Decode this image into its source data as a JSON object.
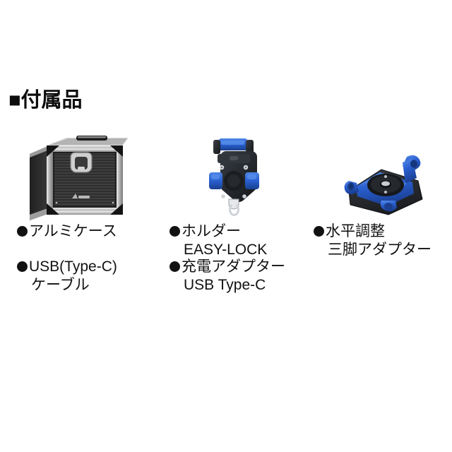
{
  "page": {
    "background_color": "#ffffff",
    "text_color": "#111111",
    "accent_blue": "#2a5fd0",
    "dark_body": "#2b2e33"
  },
  "heading": {
    "marker": "■",
    "text": "■付属品"
  },
  "accessories": {
    "row1": [
      {
        "image": "aluminum-case-photo",
        "bullet": "●",
        "line1": "アルミケース",
        "line2": ""
      },
      {
        "image": "holder-easy-lock-photo",
        "bullet": "●",
        "line1": "ホルダー",
        "line2": "EASY-LOCK"
      },
      {
        "image": "tripod-adapter-photo",
        "bullet": "●",
        "line1": "水平調整",
        "line2": "三脚アダプター"
      }
    ],
    "row2": [
      {
        "bullet": "●",
        "line1": "USB(Type-C)",
        "line2": "ケーブル"
      },
      {
        "bullet": "●",
        "line1": "充電アダプター",
        "line2": "USB Type-C"
      }
    ]
  }
}
